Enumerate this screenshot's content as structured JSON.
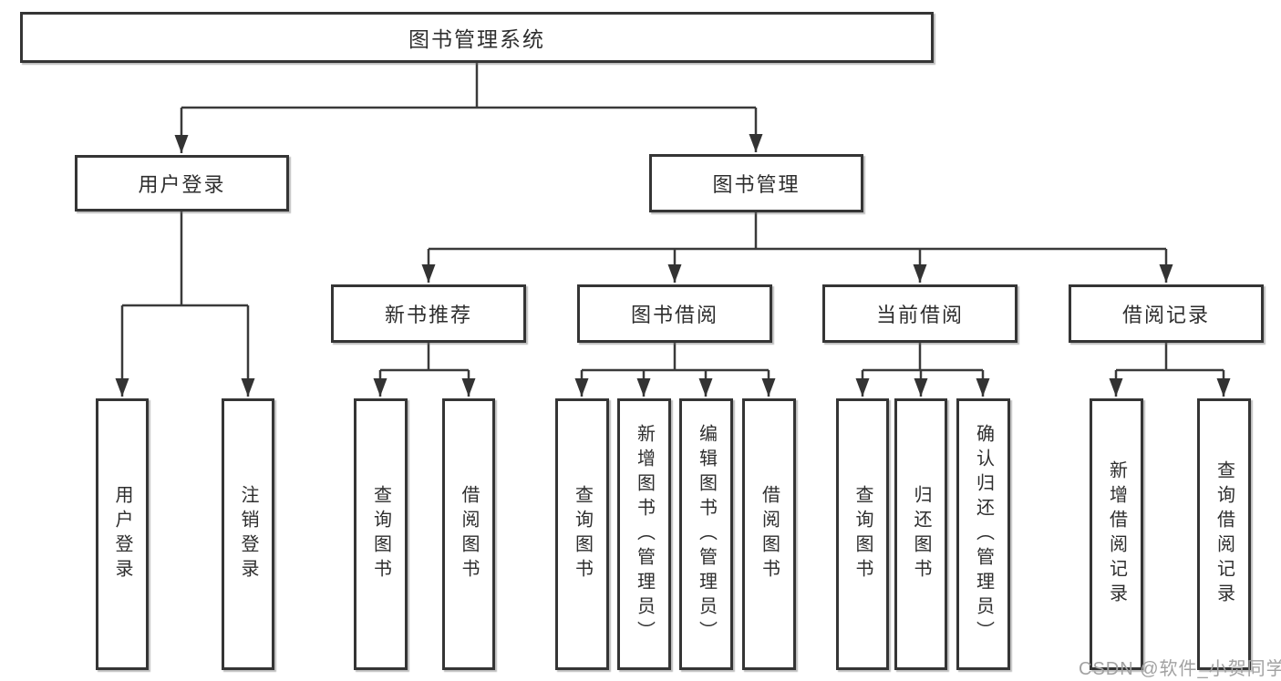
{
  "tree": {
    "root": {
      "label": "图书管理系统"
    },
    "level2": [
      {
        "label": "用户登录",
        "children": [
          {
            "label": "用户登录"
          },
          {
            "label": "注销登录"
          }
        ]
      },
      {
        "label": "图书管理",
        "children": [
          {
            "label": "新书推荐",
            "children": [
              {
                "label": "查询图书"
              },
              {
                "label": "借阅图书"
              }
            ]
          },
          {
            "label": "图书借阅",
            "children": [
              {
                "label": "查询图书"
              },
              {
                "label": "新增图书（管理员）"
              },
              {
                "label": "编辑图书（管理员）"
              },
              {
                "label": "借阅图书"
              }
            ]
          },
          {
            "label": "当前借阅",
            "children": [
              {
                "label": "查询图书"
              },
              {
                "label": "归还图书"
              },
              {
                "label": "确认归还（管理员）"
              }
            ]
          },
          {
            "label": "借阅记录",
            "children": [
              {
                "label": "新增借阅记录"
              },
              {
                "label": "查询借阅记录"
              }
            ]
          }
        ]
      }
    ]
  },
  "watermark": {
    "text": "CSDN @软件_小贺同学"
  },
  "colors": {
    "background": "#ffffff",
    "box_border": "#353535",
    "line": "#3a3a3a",
    "text": "#2e2e2e",
    "watermark": "#a2a2a2"
  }
}
